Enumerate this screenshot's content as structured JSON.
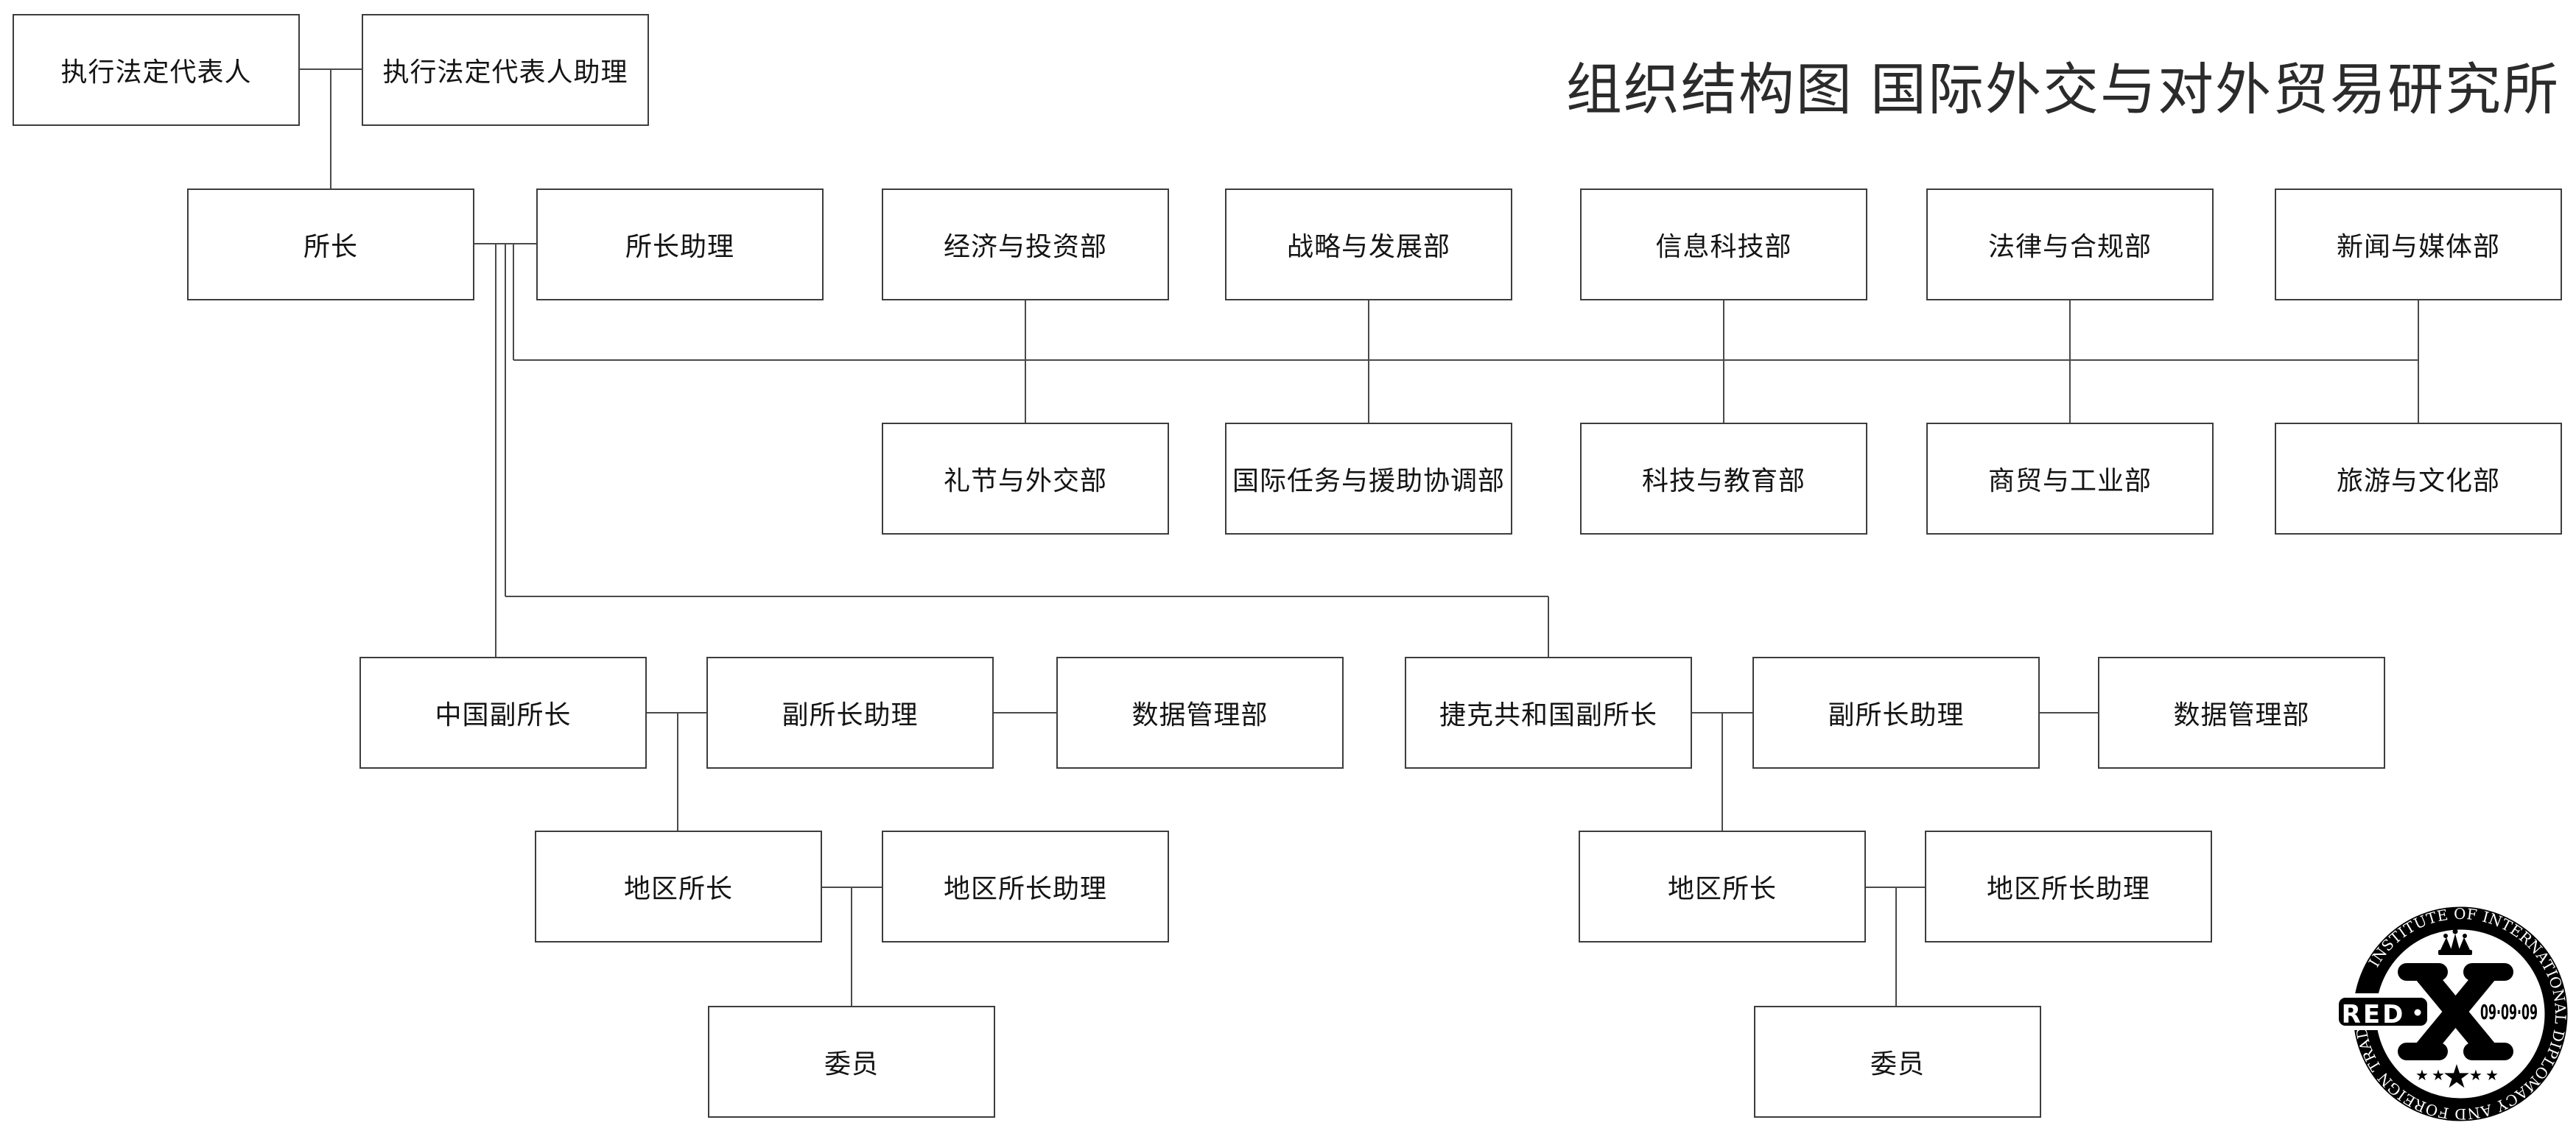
{
  "title": "组织结构图 国际外交与对外贸易研究所",
  "org": {
    "executive_rep": "执行法定代表人",
    "executive_rep_assistant": "执行法定代表人助理",
    "director": "所长",
    "director_assistant": "所长助理",
    "dept_economy_investment": "经济与投资部",
    "dept_strategy_development": "战略与发展部",
    "dept_information_technology": "信息科技部",
    "dept_legal_compliance": "法律与合规部",
    "dept_news_media": "新闻与媒体部",
    "dept_protocol_diplomacy": "礼节与外交部",
    "dept_intl_mission_aid": "国际任务与援助协调部",
    "dept_science_education": "科技与教育部",
    "dept_trade_industry": "商贸与工业部",
    "dept_tourism_culture": "旅游与文化部",
    "vice_director_china": "中国副所长",
    "vice_assistant_china": "副所长助理",
    "dept_data_mgmt_china": "数据管理部",
    "vice_director_czech": "捷克共和国副所长",
    "vice_assistant_czech": "副所长助理",
    "dept_data_mgmt_czech": "数据管理部",
    "regional_director_china": "地区所长",
    "regional_assistant_china": "地区所长助理",
    "regional_director_czech": "地区所长",
    "regional_assistant_czech": "地区所长助理",
    "committee_china": "委员",
    "committee_czech": "委员"
  },
  "stamp": {
    "ring_text": "INSTITUTE OF INTERNATIONAL DIPLOMACY AND FOREIGN TRADE",
    "banner_text": "RED",
    "date_text": "09·09·09",
    "monogram": "X",
    "star": "★",
    "color": "#000000"
  },
  "colors": {
    "box_border": "#3d3d3d",
    "connector_line": "#4a4a4a",
    "stamp": "#000000",
    "background": "#ffffff"
  }
}
